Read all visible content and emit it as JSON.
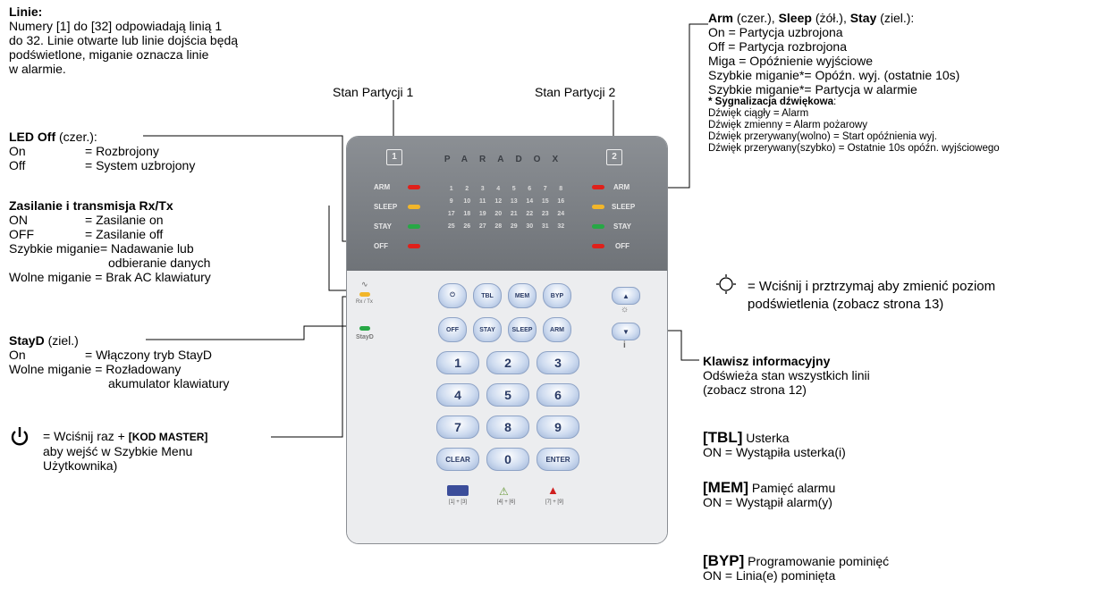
{
  "left": {
    "linie": {
      "title": "Linie:",
      "lines": [
        "Numery [1] do [32] odpowiadają linią 1",
        "do 32. Linie otwarte lub linie dojścia będą",
        "podświetlone, miganie oznacza linie",
        "w alarmie."
      ]
    },
    "ledoff": {
      "title": "LED Off",
      "suffix": " (czer.):",
      "rows": [
        {
          "k": "On",
          "v": "= Rozbrojony"
        },
        {
          "k": "Off",
          "v": "= System uzbrojony"
        }
      ]
    },
    "zasilanie": {
      "title": "Zasilanie i transmisja Rx/Tx",
      "rows": [
        {
          "k": "ON",
          "v": "= Zasilanie on"
        },
        {
          "k": "OFF",
          "v": "= Zasilanie off"
        }
      ],
      "extra": [
        "Szybkie miganie= Nadawanie lub",
        "odbieranie danych",
        "Wolne miganie = Brak AC klawiatury"
      ]
    },
    "stayd": {
      "title": "StayD",
      "suffix": " (ziel.)",
      "rows": [
        {
          "k": "On",
          "v": "= Włączony tryb StayD"
        }
      ],
      "extra": [
        "Wolne miganie = Rozładowany",
        "akumulator klawiatury"
      ]
    },
    "power": {
      "prefix": "= Wciśnij raz + ",
      "code": "[KOD MASTER]",
      "lines": [
        "aby wejść w Szybkie Menu",
        "Użytkownika)"
      ]
    }
  },
  "center": {
    "stan1": "Stan Partycji 1",
    "stan2": "Stan  Partycji 2"
  },
  "right": {
    "arm": {
      "arm": "Arm",
      "arm_c": " (czer.), ",
      "sleep": "Sleep",
      "sleep_c": " (żół.), ",
      "stay": "Stay",
      "stay_c": " (ziel.):",
      "lines": [
        "On  = Partycja uzbrojona",
        "Off  = Partycja rozbrojona",
        "Miga = Opóźnienie wyjściowe",
        "Szybkie miganie*= Opóźn. wyj. (ostatnie 10s)",
        "Szybkie miganie*= Partycja w alarmie"
      ],
      "sound_title": "* Sygnalizacja dźwiękowa",
      "sound_lines": [
        "Dźwięk ciągły = Alarm",
        "Dźwięk zmienny = Alarm pożarowy",
        "Dźwięk przerywany(wolno) = Start opóźnienia wyj.",
        "Dźwięk przerywany(szybko) = Ostatnie 10s opóźn. wyjściowego"
      ]
    },
    "backlight": [
      "= Wciśnij i prztrzymaj aby zmienić poziom",
      "podświetlenia (zobacz strona 13)"
    ],
    "info": {
      "title": "Klawisz informacyjny",
      "lines": [
        "Odświeża stan wszystkich linii",
        "(zobacz strona 12)"
      ]
    },
    "tbl": {
      "key": "[TBL]",
      "label": " Usterka",
      "line": "ON = Wystąpiła usterka(i)"
    },
    "mem": {
      "key": "[MEM]",
      "label": " Pamięć alarmu",
      "line": "ON = Wystąpił alarm(y)"
    },
    "byp": {
      "key": "[BYP]",
      "label": " Programowanie pominięć",
      "line": "ON = Linia(e) pominięta"
    }
  },
  "keypad": {
    "brand": "PARADOX",
    "partition1": "1",
    "partition2": "2",
    "left_leds": [
      "ARM",
      "SLEEP",
      "STAY",
      "OFF"
    ],
    "right_leds": [
      "ARM",
      "SLEEP",
      "STAY",
      "OFF"
    ],
    "zones": [
      "1",
      "2",
      "3",
      "4",
      "5",
      "6",
      "7",
      "8",
      "9",
      "10",
      "11",
      "12",
      "13",
      "14",
      "15",
      "16",
      "17",
      "18",
      "19",
      "20",
      "21",
      "22",
      "23",
      "24",
      "25",
      "26",
      "27",
      "28",
      "29",
      "30",
      "31",
      "32"
    ],
    "rxtx": "Rx / Tx",
    "stayd_led": "StayD",
    "func_keys": [
      "⏻",
      "TBL",
      "MEM",
      "BYP",
      "OFF",
      "STAY",
      "SLEEP",
      "ARM"
    ],
    "num_keys": [
      "1",
      "2",
      "3",
      "4",
      "5",
      "6",
      "7",
      "8",
      "9",
      "CLEAR",
      "0",
      "ENTER"
    ],
    "side_up": "▲",
    "side_down": "▼",
    "panic": [
      "[1] + [3]",
      "[4] + [6]",
      "[7] + [9]"
    ]
  },
  "colors": {
    "arm": "#e0201a",
    "sleep": "#f2b62a",
    "stay": "#27a845",
    "off": "#e0201a"
  }
}
